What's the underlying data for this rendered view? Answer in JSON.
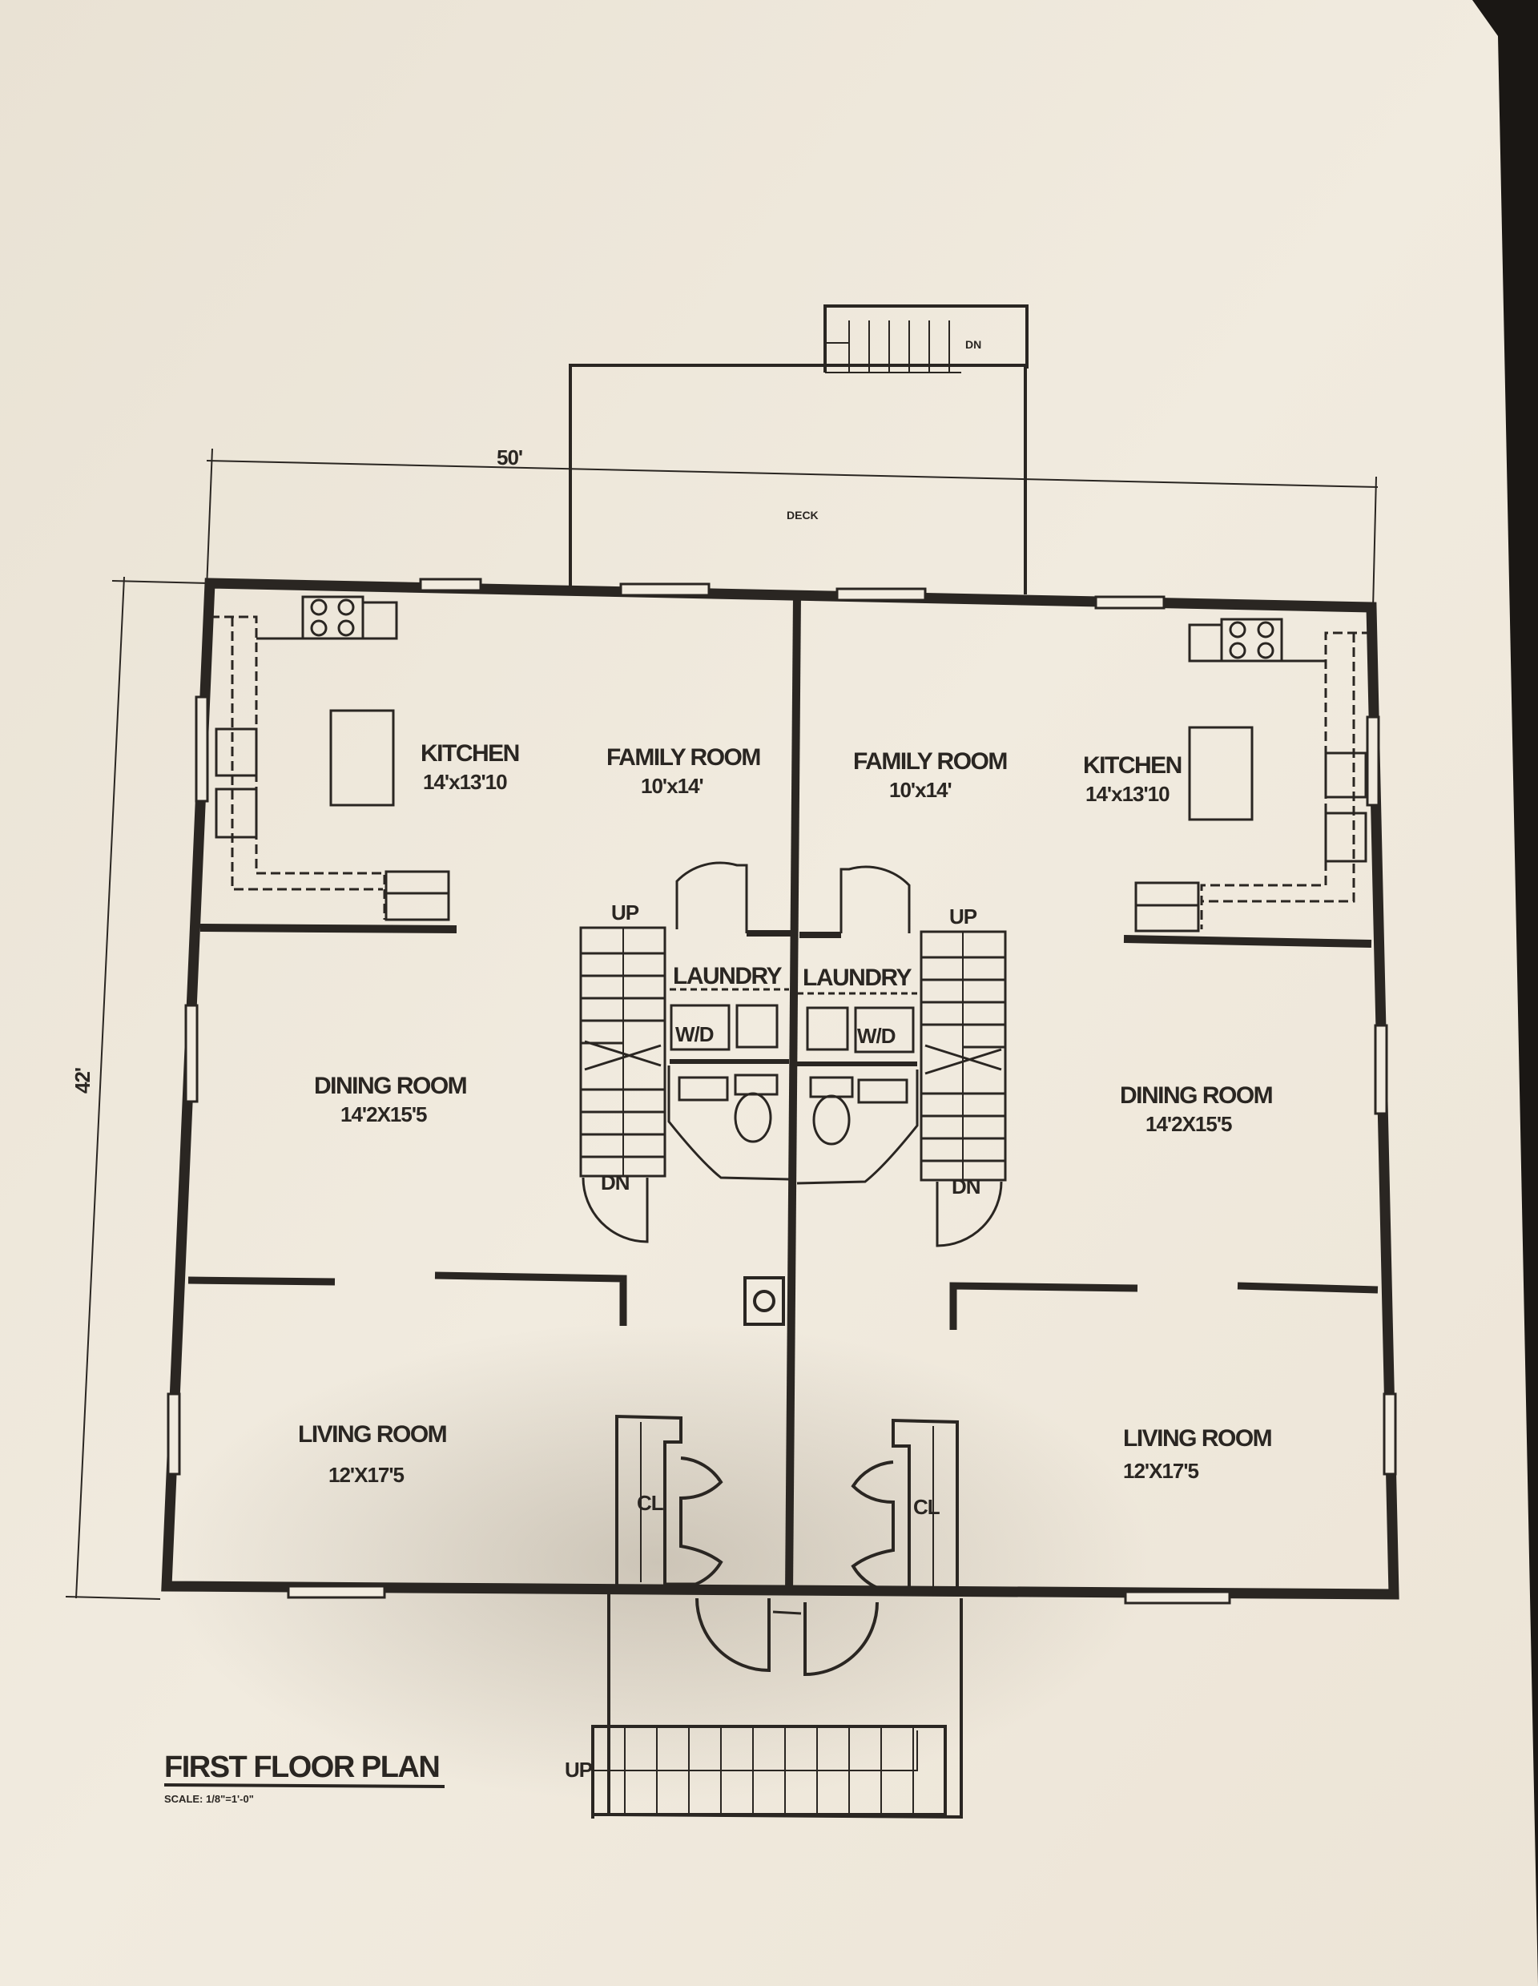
{
  "plan": {
    "deck": "DECK",
    "deck_stair": "DN",
    "width_dim": "50'",
    "depth_dim": "42'",
    "title": "FIRST FLOOR PLAN",
    "scale": "SCALE: 1/8\"=1'-0\"",
    "entry_stair": "UP"
  },
  "left_unit": {
    "kitchen": {
      "name": "KITCHEN",
      "size": "14'x13'10"
    },
    "family": {
      "name": "FAMILY ROOM",
      "size": "10'x14'"
    },
    "laundry": "LAUNDRY",
    "wd": "W/D",
    "stair_up": "UP",
    "stair_dn": "DN",
    "dining": {
      "name": "DINING ROOM",
      "size": "14'2X15'5"
    },
    "living": {
      "name": "LIVING ROOM",
      "size": "12'X17'5"
    },
    "closet": "CL"
  },
  "right_unit": {
    "kitchen": {
      "name": "KITCHEN",
      "size": "14'x13'10"
    },
    "family": {
      "name": "FAMILY ROOM",
      "size": "10'x14'"
    },
    "laundry": "LAUNDRY",
    "wd": "W/D",
    "stair_up": "UP",
    "stair_dn": "DN",
    "dining": {
      "name": "DINING ROOM",
      "size": "14'2X15'5"
    },
    "living": {
      "name": "LIVING ROOM",
      "size": "12'X17'5"
    },
    "closet": "CL"
  },
  "colors": {
    "paper": "#efe8dc",
    "ink": "#2a2622",
    "background": "#1a1714"
  }
}
